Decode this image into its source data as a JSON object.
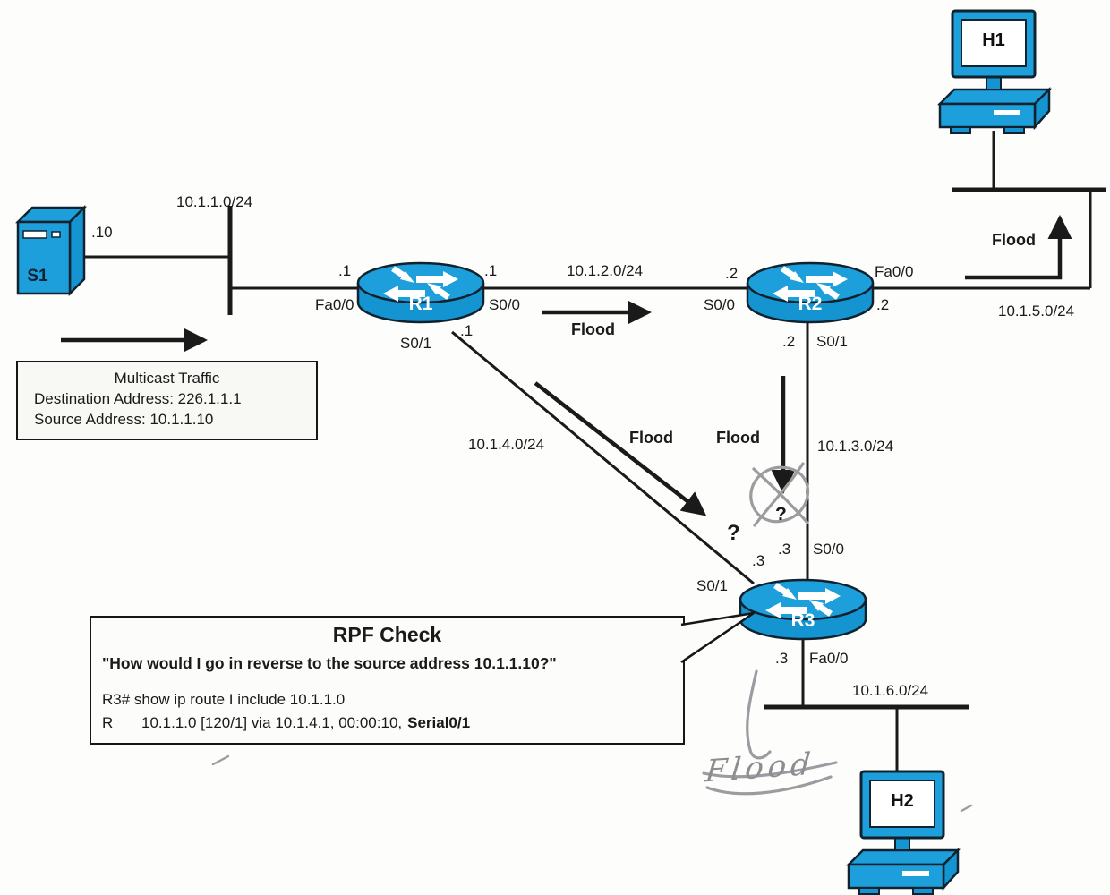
{
  "devices": {
    "s1": "S1",
    "r1": "R1",
    "r2": "R2",
    "r3": "R3",
    "h1": "H1",
    "h2": "H2"
  },
  "networks": {
    "net1": "10.1.1.0/24",
    "net2": "10.1.2.0/24",
    "net3": "10.1.3.0/24",
    "net4": "10.1.4.0/24",
    "net5": "10.1.5.0/24",
    "net6": "10.1.6.0/24"
  },
  "interfaces": {
    "s1_ip": ".10",
    "r1_fa00": "Fa0/0",
    "r1_fa00_ip": ".1",
    "r1_s00": "S0/0",
    "r1_s00_ip": ".1",
    "r1_s01": "S0/1",
    "r1_s01_ip": ".1",
    "r2_s00": "S0/0",
    "r2_s00_ip": ".2",
    "r2_fa00": "Fa0/0",
    "r2_fa00_ip": ".2",
    "r2_s01": "S0/1",
    "r2_s01_ip": ".2",
    "r3_s01": "S0/1",
    "r3_s01_ip": ".3",
    "r3_s00": "S0/0",
    "r3_s00_ip": ".3",
    "r3_fa00": "Fa0/0",
    "r3_fa00_ip": ".3"
  },
  "flood_labels": {
    "to_h1": "Flood",
    "r1_to_r2": "Flood",
    "r1_to_r3": "Flood",
    "r2_to_r3": "Flood"
  },
  "annotations": {
    "handwritten_flood": "Flood",
    "question_left": "?",
    "question_right": "?"
  },
  "multicast_box": {
    "title": "Multicast Traffic",
    "destination": "Destination Address: 226.1.1.1",
    "source": "Source Address: 10.1.1.10"
  },
  "rpf_box": {
    "title": "RPF Check",
    "question": "\"How would I go in reverse to the source address 10.1.1.10?\"",
    "command": "R3# show ip route I include 10.1.1.0",
    "route_flag": "R",
    "route_text": "10.1.1.0 [120/1] via 10.1.4.1, 00:00:10,",
    "route_interface": "Serial0/1"
  },
  "colors": {
    "device_blue": "#1c9fda",
    "line_black": "#1a1a1a",
    "pencil_gray": "#9b9ca0"
  }
}
